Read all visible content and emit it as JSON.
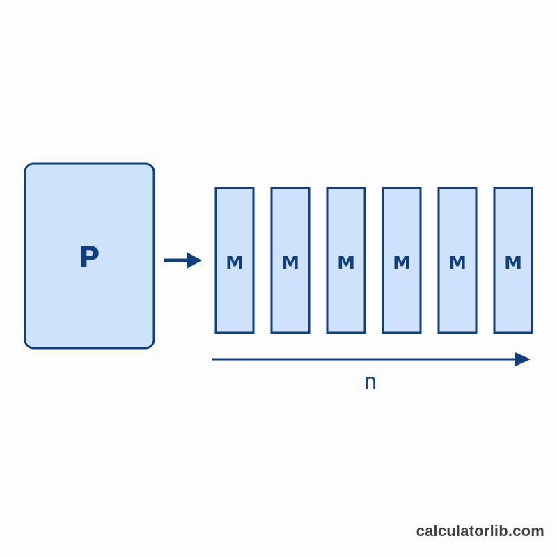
{
  "diagram": {
    "source_label": "P",
    "item_labels": [
      "M",
      "M",
      "M",
      "M",
      "M",
      "M"
    ],
    "axis_label": "n",
    "colors": {
      "fill": "#cfe2fb",
      "stroke": "#0f3f7e",
      "arrow": "#0f3f7e"
    }
  },
  "footer": {
    "watermark": "calculatorlib.com"
  }
}
